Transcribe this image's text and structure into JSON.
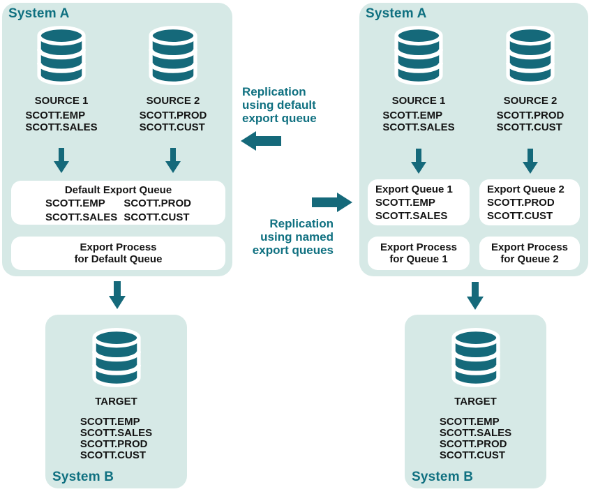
{
  "colors": {
    "panel_bg": "#d6e9e6",
    "teal": "#15697a",
    "teal_text": "#0f7080",
    "text": "#141414",
    "box_bg": "#ffffff"
  },
  "middle": {
    "default_label": {
      "lines": [
        "Replication",
        "using default",
        "export queue"
      ]
    },
    "named_label": {
      "lines": [
        "Replication",
        "using named",
        "export queues"
      ]
    }
  },
  "panels": {
    "left_a": {
      "title": "System A",
      "sources": [
        {
          "label": "SOURCE 1",
          "tables": [
            "SCOTT.EMP",
            "SCOTT.SALES"
          ]
        },
        {
          "label": "SOURCE 2",
          "tables": [
            "SCOTT.PROD",
            "SCOTT.CUST"
          ]
        }
      ],
      "queue_box": {
        "title": "Default Export Queue",
        "columns": [
          [
            "SCOTT.EMP",
            "SCOTT.SALES"
          ],
          [
            "SCOTT.PROD",
            "SCOTT.CUST"
          ]
        ]
      },
      "process_box": {
        "lines": [
          "Export Process",
          "for Default Queue"
        ]
      }
    },
    "right_a": {
      "title": "System A",
      "sources": [
        {
          "label": "SOURCE 1",
          "tables": [
            "SCOTT.EMP",
            "SCOTT.SALES"
          ]
        },
        {
          "label": "SOURCE 2",
          "tables": [
            "SCOTT.PROD",
            "SCOTT.CUST"
          ]
        }
      ],
      "queue_boxes": [
        {
          "title": "Export Queue 1",
          "tables": [
            "SCOTT.EMP",
            "SCOTT.SALES"
          ]
        },
        {
          "title": "Export Queue 2",
          "tables": [
            "SCOTT.PROD",
            "SCOTT.CUST"
          ]
        }
      ],
      "process_boxes": [
        {
          "lines": [
            "Export Process",
            "for Queue 1"
          ]
        },
        {
          "lines": [
            "Export Process",
            "for Queue 2"
          ]
        }
      ]
    },
    "left_b": {
      "title": "System B",
      "target_label": "TARGET",
      "tables": [
        "SCOTT.EMP",
        "SCOTT.SALES",
        "SCOTT.PROD",
        "SCOTT.CUST"
      ]
    },
    "right_b": {
      "title": "System B",
      "target_label": "TARGET",
      "tables": [
        "SCOTT.EMP",
        "SCOTT.SALES",
        "SCOTT.PROD",
        "SCOTT.CUST"
      ]
    }
  }
}
